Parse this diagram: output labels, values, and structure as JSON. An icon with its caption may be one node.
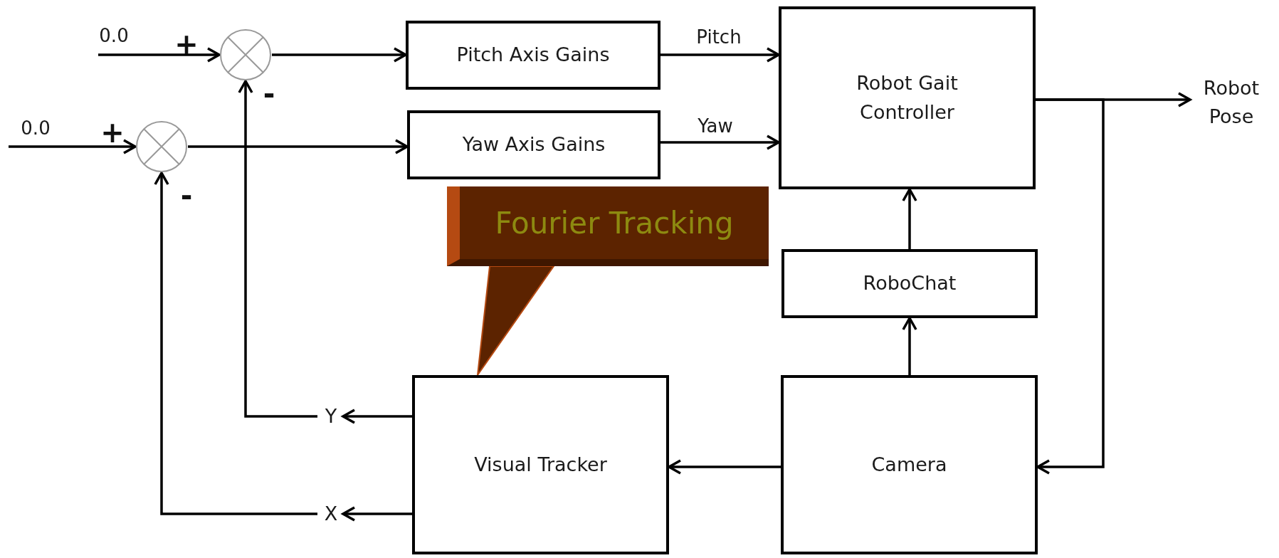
{
  "diagram": {
    "nodes": [
      {
        "text": [],
        "shape": "circle"
      },
      {
        "text": [],
        "shape": "circle"
      },
      {
        "text": [
          "Pitch Axis Gains"
        ]
      },
      {
        "text": [
          "Yaw Axis Gains"
        ]
      },
      {
        "text": [
          "Robot Gait Controller"
        ]
      },
      {
        "text": [
          "RoboChat"
        ]
      },
      {
        "text": [
          "Visual Tracker"
        ]
      },
      {
        "text": [
          "Camera"
        ]
      },
      {
        "text": [
          "Robot Pose"
        ]
      },
      {
        "text": [
          "Y"
        ]
      },
      {
        "text": [
          "X"
        ]
      },
      {
        "text": [
          "Fourier Tracking"
        ]
      }
    ],
    "edges": [
      {
        "from": null,
        "to": 0,
        "arrow": "to",
        "label": "0.0"
      },
      {
        "from": null,
        "to": 1,
        "arrow": "to",
        "label": "0.0"
      },
      {
        "from": 0,
        "to": 2,
        "arrow": "to"
      },
      {
        "from": 1,
        "to": 3,
        "arrow": "to"
      },
      {
        "from": 2,
        "to": 4,
        "arrow": "to",
        "label": "Pitch"
      },
      {
        "from": 3,
        "to": 4,
        "arrow": "to",
        "label": "Yaw"
      },
      {
        "from": 4,
        "to": 8,
        "arrow": "to"
      },
      {
        "from": 4,
        "to": 7,
        "arrow": "to"
      },
      {
        "from": 7,
        "to": 5,
        "arrow": "to"
      },
      {
        "from": 5,
        "to": 4,
        "arrow": "to"
      },
      {
        "from": 7,
        "to": 6,
        "arrow": "to"
      },
      {
        "from": 6,
        "to": 9,
        "arrow": "to"
      },
      {
        "from": 6,
        "to": 10,
        "arrow": "to"
      },
      {
        "from": 9,
        "to": 0,
        "arrow": "to"
      },
      {
        "from": 10,
        "to": 1,
        "arrow": "to"
      },
      {
        "from": 11,
        "to": 6,
        "arrow": "to"
      }
    ],
    "labels": [
      "+",
      "-",
      "+",
      "-"
    ]
  }
}
